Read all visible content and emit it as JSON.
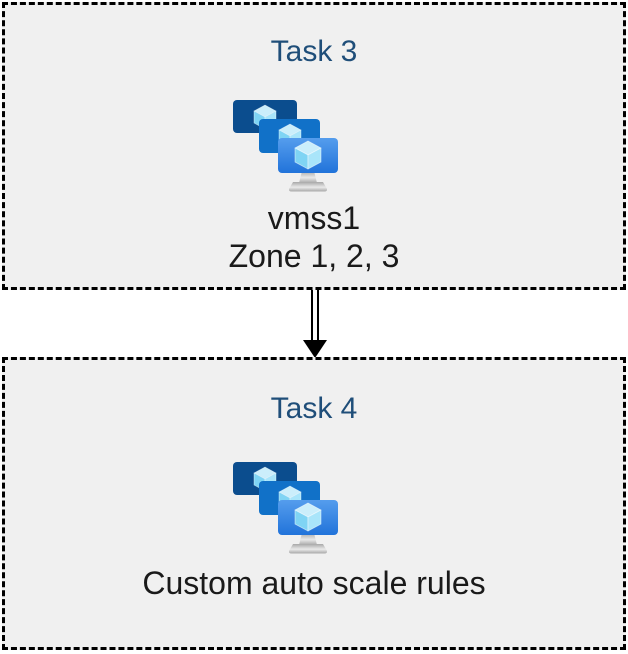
{
  "tasks": [
    {
      "title": "Task 3",
      "labels": [
        "vmss1",
        "Zone 1, 2, 3"
      ]
    },
    {
      "title": "Task 4",
      "labels": [
        "Custom auto scale rules"
      ]
    }
  ],
  "icon": {
    "name": "virtual-machine-scale-set"
  },
  "colors": {
    "title_text": "#1F4E79",
    "body_text": "#1A1A1A",
    "box_background": "#F0F0F0",
    "box_border": "#000000",
    "arrow": "#000000",
    "monitor_back": "#0B4D8E",
    "monitor_middle": "#1171C8",
    "monitor_front_top": "#559DED",
    "monitor_front_bottom": "#2173DA",
    "cube_top": "#CBEEFB",
    "cube_left": "#7FD4F4",
    "cube_right": "#A9E5FA",
    "stand_light": "#E9E9E9",
    "stand_dark": "#A8A8A8"
  }
}
